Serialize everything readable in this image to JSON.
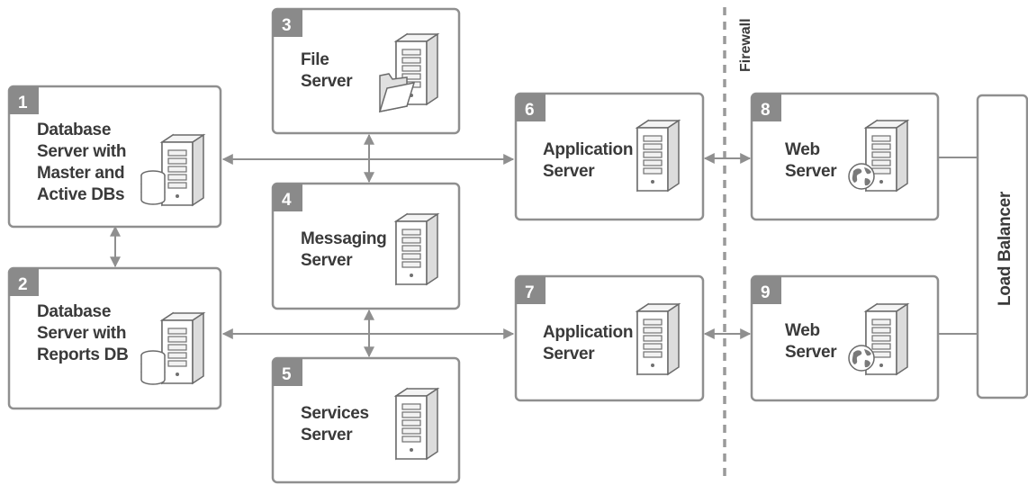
{
  "nodes": [
    {
      "id": "1",
      "badge": "1",
      "lines": [
        "Database",
        "Server with",
        "Master and",
        "Active DBs"
      ],
      "icon": "database-server-icon"
    },
    {
      "id": "2",
      "badge": "2",
      "lines": [
        "Database",
        "Server with",
        "Reports DB"
      ],
      "icon": "database-server-icon"
    },
    {
      "id": "3",
      "badge": "3",
      "lines": [
        "File",
        "Server"
      ],
      "icon": "file-server-icon"
    },
    {
      "id": "4",
      "badge": "4",
      "lines": [
        "Messaging",
        "Server"
      ],
      "icon": "server-icon"
    },
    {
      "id": "5",
      "badge": "5",
      "lines": [
        "Services",
        "Server"
      ],
      "icon": "server-icon"
    },
    {
      "id": "6",
      "badge": "6",
      "lines": [
        "Application",
        "Server"
      ],
      "icon": "server-icon"
    },
    {
      "id": "7",
      "badge": "7",
      "lines": [
        "Application",
        "Server"
      ],
      "icon": "server-icon"
    },
    {
      "id": "8",
      "badge": "8",
      "lines": [
        "Web",
        "Server"
      ],
      "icon": "web-server-icon"
    },
    {
      "id": "9",
      "badge": "9",
      "lines": [
        "Web",
        "Server"
      ],
      "icon": "web-server-icon"
    }
  ],
  "firewall": {
    "label": "Firewall"
  },
  "load_balancer": {
    "label": "Load Balancer"
  },
  "colors": {
    "stroke": "#8f8f8f",
    "badge": "#8a8a8a",
    "text": "#3a3a3a"
  }
}
